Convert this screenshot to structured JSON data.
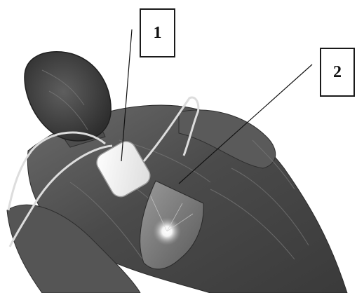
{
  "callouts": [
    {
      "label": "1",
      "name": "pacemaker-generator"
    },
    {
      "label": "2",
      "name": "heart"
    }
  ]
}
